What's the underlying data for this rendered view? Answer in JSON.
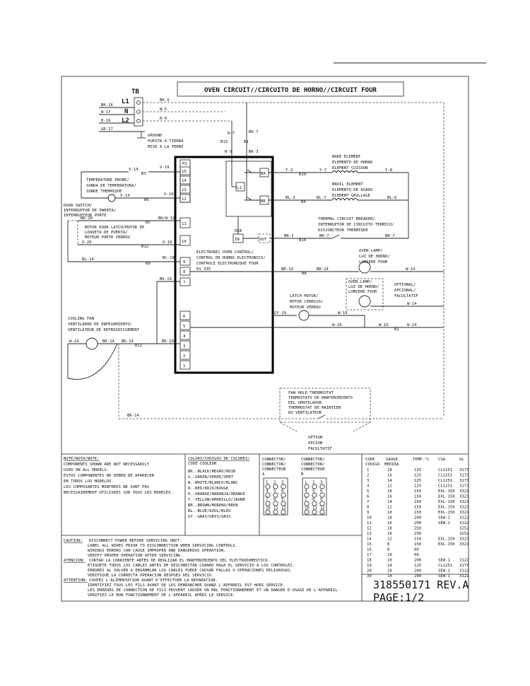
{
  "header": {
    "title": "OVEN CIRCUIT//CIRCUITO DE HORNO//CIRCUIT FOUR"
  },
  "terminal_block": {
    "label": "TB",
    "terminals": [
      "L1",
      "N",
      "L2"
    ]
  },
  "incoming_wires": [
    "BK-16",
    "W-17",
    "R-16",
    "GR-17"
  ],
  "supply_wires": [
    "BK-9",
    "W-5",
    "R-9"
  ],
  "ground": {
    "lines": [
      "GROUND",
      "PUESTA A TIERRA",
      "MISE A LA TERRE"
    ]
  },
  "relay_wires": {
    "r7": "R-7",
    "bk7": "BK-7",
    "b13": "B13",
    "b1": "B1",
    "r3": "R-3",
    "bk3": "BK-3"
  },
  "control": {
    "ps_label": "PS",
    "pins": [
      "15",
      "14",
      "13",
      "12",
      "11",
      "10",
      "9",
      "8",
      "7",
      "6",
      "5",
      "4",
      "3",
      "2",
      "1"
    ],
    "label_lines": [
      "ELECTRONIC OVEN CONTROL/",
      "CONTROL DE HORNO ELECTRONICO/",
      "CONTROLE ELECTRONIQUE FOUR",
      "ES 335"
    ],
    "relays": [
      "BA",
      "L1",
      "BR",
      "DLB",
      "IN",
      "OUT"
    ]
  },
  "components": {
    "bake_element": [
      "BAKE ELEMENT",
      "ELEMENTO DE HORNO",
      "ELEMENT CUISSON"
    ],
    "broil_element": [
      "BROIL ELEMENT",
      "ELEMENTO DE ASADO",
      "ELEMENT GRILLAGE"
    ],
    "thermal_breaker": [
      "THERMAL CIRCUIT BREAKER/",
      "INTERRUPTOR DE CIRCUITO TERMICO/",
      "DISJONCTEUR THERMIQUE"
    ],
    "oven_lamp": [
      "OVEN LAMP/",
      "LUZ DE HORNO/",
      "LUMIERE FOUR"
    ],
    "optional_lamp": [
      "OVEN LAMP/",
      "LUZ DE HORNO/",
      "LUMIERE FOUR"
    ],
    "optional_label": [
      "OPTIONAL/",
      "OPCIONAL/",
      "FACULTATIF"
    ],
    "latch_motor": [
      "LATCH MOTOR/",
      "MOTOR CERROJO/",
      "MOTEUR VERROU"
    ],
    "temp_probe": [
      "TEMPERATURE PROBE/",
      "SONDA DE TEMPERATURA/",
      "SONDE THERMIQUE"
    ],
    "door_switch": [
      "DOOR SWITCH/",
      "INTERRUPTOR DE PWERTA/",
      "INTERRUPTEUR PORTE"
    ],
    "motor_door_latch": [
      "MOTOR DOOR LATCH/MOTOR DE",
      "LOQUETA DE PUERTA/",
      "MOTEUR PORTE VERROU"
    ],
    "cooling_fan": [
      "COOLING FAN",
      "VENTILADOR DE ENFRIAMIENTO/",
      "VENTILATEUR DE REFROIDISSEMENT"
    ],
    "fan_hold": [
      "FAN HOLD THERMOSTAT",
      "TERMOSTATO DE MANTENIMIENTO",
      "DEL VENTILADOR",
      "THERMOSTAT DE MAINTIEN",
      "DU VENTILATEUR"
    ],
    "bottom_optional": [
      "OPTION",
      "OPCION",
      "FACULTATIF"
    ]
  },
  "wire_labels": {
    "y3": "Y-3",
    "b10": "B10",
    "y7": "Y-7",
    "y8": "Y-8",
    "bl3": "BL-3",
    "b4": "B4",
    "bl7": "BL-7",
    "bl6": "BL-6",
    "br3": "BR-3",
    "b14": "B14",
    "br7a": "BR-7",
    "br7b": "BR-7",
    "br19": "BR-19",
    "b8": "B8",
    "br14": "BR-14",
    "w14a": "W-14",
    "w14b": "W-14",
    "gy19": "GY-19",
    "w19a": "W-19",
    "w19b": "W-19",
    "w19c": "W-19",
    "b2": "B2",
    "w14c": "W-14",
    "v14a": "V-14",
    "b3": "B3",
    "v19": "V-19",
    "v14b": "V-14",
    "b6": "B6",
    "v19b": "V-19",
    "bk20a": "BK-20",
    "b5": "B5",
    "bkw19": "BK/W-19",
    "o20": "O-20",
    "b12": "B12",
    "o19": "O-19",
    "bl14": "BL-14",
    "b9": "B9",
    "bl19": "BL-19",
    "bk19a": "BK-19",
    "w14fan": "W-14",
    "bk14": "BK-14",
    "bk14b": "BK-14",
    "b11": "B11",
    "bk19b": "BK-19",
    "bk14c": "BK-14"
  },
  "notes": {
    "heading": "NOTE/NOTA/NOTE:",
    "lines": [
      "COMPONENTS SHOWN ARE NOT NECESSARILY",
      "USED ON ALL MODELS.",
      "ESTOS COMPONENTES NO DEBEN DE APARECER",
      "EN TODOS LOS MODELOS.",
      "LES COMPOSANTES MONTREES NE SONT PAS",
      "NECESSAIREMENT UTILISEES SUR TOUS LES MODELES."
    ]
  },
  "colors_legend": {
    "heading": [
      "COLORS/CODIGOS DE COLORES/",
      "CODE COULEUR"
    ],
    "entries": [
      "BK.-BLACK/NEGRO/NOIR",
      "G.-GREEN/VERDE/VERT",
      "W.-WHITE/BLANCO/BLANC",
      "R.-RED/ROJO/ROUGE",
      "O.-ORANGE/NARANJA/ORANGE",
      "Y.-YELLOW/AMARILLO/JAUNE",
      "BR.-BROWN/MORENO/BRUN",
      "BL.-BLUE/AZUL/BLEU",
      "GY.-GRAY/GRIS/GRIS"
    ]
  },
  "connectors": [
    {
      "heading": [
        "CONNECTOR/",
        "CONNECTOR/",
        "CONNECTEUR",
        "A"
      ],
      "pins": [
        "1",
        "2",
        "3",
        "4",
        "5",
        "6",
        "7",
        "8",
        "9",
        "10",
        "11",
        "12"
      ]
    },
    {
      "heading": [
        "CONNECTOR/",
        "CONNECTOR/",
        "CONNECTEUR",
        "B"
      ],
      "pins": [
        "1",
        "2",
        "3",
        "4",
        "5",
        "6",
        "7",
        "8",
        "9",
        "10",
        "11",
        "12"
      ]
    }
  ],
  "gauge_table": {
    "headers": [
      "CODE",
      "GAUGE",
      "TEMP.°C",
      "CSA",
      "UL"
    ],
    "subheaders": [
      "CODIGO",
      "MEDIDA"
    ],
    "rows": [
      [
        "1",
        "18",
        "125",
        "CL1251",
        "3173"
      ],
      [
        "2",
        "16",
        "125",
        "CL1251",
        "3173"
      ],
      [
        "3",
        "14",
        "125",
        "CL1251",
        "3173"
      ],
      [
        "4",
        "12",
        "125",
        "CL1251",
        "3173"
      ],
      [
        "5",
        "18",
        "150",
        "EXL-150",
        "3321"
      ],
      [
        "6",
        "16",
        "150",
        "EXL-150",
        "3321"
      ],
      [
        "7",
        "14",
        "150",
        "EXL-150",
        "3321"
      ],
      [
        "8",
        "12",
        "150",
        "EXL-150",
        "3321"
      ],
      [
        "9",
        "10",
        "150",
        "EXL-150",
        "3321"
      ],
      [
        "10",
        "18",
        "200",
        "SEW-1",
        "3122"
      ],
      [
        "11",
        "16",
        "200",
        "SEW-1",
        "3122"
      ],
      [
        "12",
        "18",
        "250",
        "",
        "3252"
      ],
      [
        "13",
        "16",
        "250",
        "",
        "3252"
      ],
      [
        "14",
        "12",
        "150",
        "EXL-150",
        "3321"
      ],
      [
        "15",
        "8",
        "150",
        "EXL-150",
        "3321"
      ],
      [
        "16",
        "8",
        "60",
        "",
        ""
      ],
      [
        "17",
        "10",
        "60",
        "",
        ""
      ],
      [
        "18",
        "10",
        "200",
        "SEW-1",
        "3122"
      ],
      [
        "19",
        "14",
        "125",
        "CL1251",
        "3173"
      ],
      [
        "20",
        "20",
        "200",
        "SEW-1",
        "3122"
      ],
      [
        "39",
        "14",
        "200",
        "SEW-1",
        "3122"
      ]
    ]
  },
  "cautions": [
    {
      "label": "CAUTION:",
      "lines": [
        "DISCONNECT POWER BEFORE SERVICING UNIT.",
        "LABEL ALL WIRES PRIOR TO DISCONNECTION WHEN SERVICING CONTROLS.",
        "WIRINGS ERRORS CAN CAUSE IMPROPER AND DANGEROUS OPERATION.",
        "VERIFY PROPER OPERATION AFTER SERVICING."
      ]
    },
    {
      "label": "ATENCION:",
      "lines": [
        "CORTAR LA CORRIENTE ANTES DE REALIZAR EL MANTENIMIENTO DEL ELECTRODOMESTICO.",
        "ETIQUETE TODOS LOS CABLES ANTES DE DESCONECTAR CUANDO HAGA EL SERVICIO A LOS CONTROLES.",
        "ERRORES AL VOLVER A ENSAMBLAR LOS CABLES PUEDE CAUSAR FALLAS U OPERACIONES PELIGROSAS.",
        "VERIFIQUE LA CORRECTA OPERACION DESPUES DEL SERVICIO."
      ]
    },
    {
      "label": "ATTENTION:",
      "lines": [
        "COUPEZ L'ALIMENTATION AVANT D'EFFECTUER LA REPARATION.",
        "IDENTIFIEZ TOUS LES FILS AVANT DE LES DEBRANCHER QUAND L'APPAREIL EST HORS SERVICE.",
        "LES ERREURS DE CONNECTION DE FILS PEUVENT CAUSER UN MAL FONCTIONNEMENT ET UN DANGER D'USAGE DE L'APPAREIL.",
        "VERIFIEZ LE BON FONCTIONNEMENT DE L'APPAREIL APRES LE SERVICE."
      ]
    }
  ],
  "document": {
    "number": "318550171 REV.A",
    "page": "PAGE:1/2"
  }
}
